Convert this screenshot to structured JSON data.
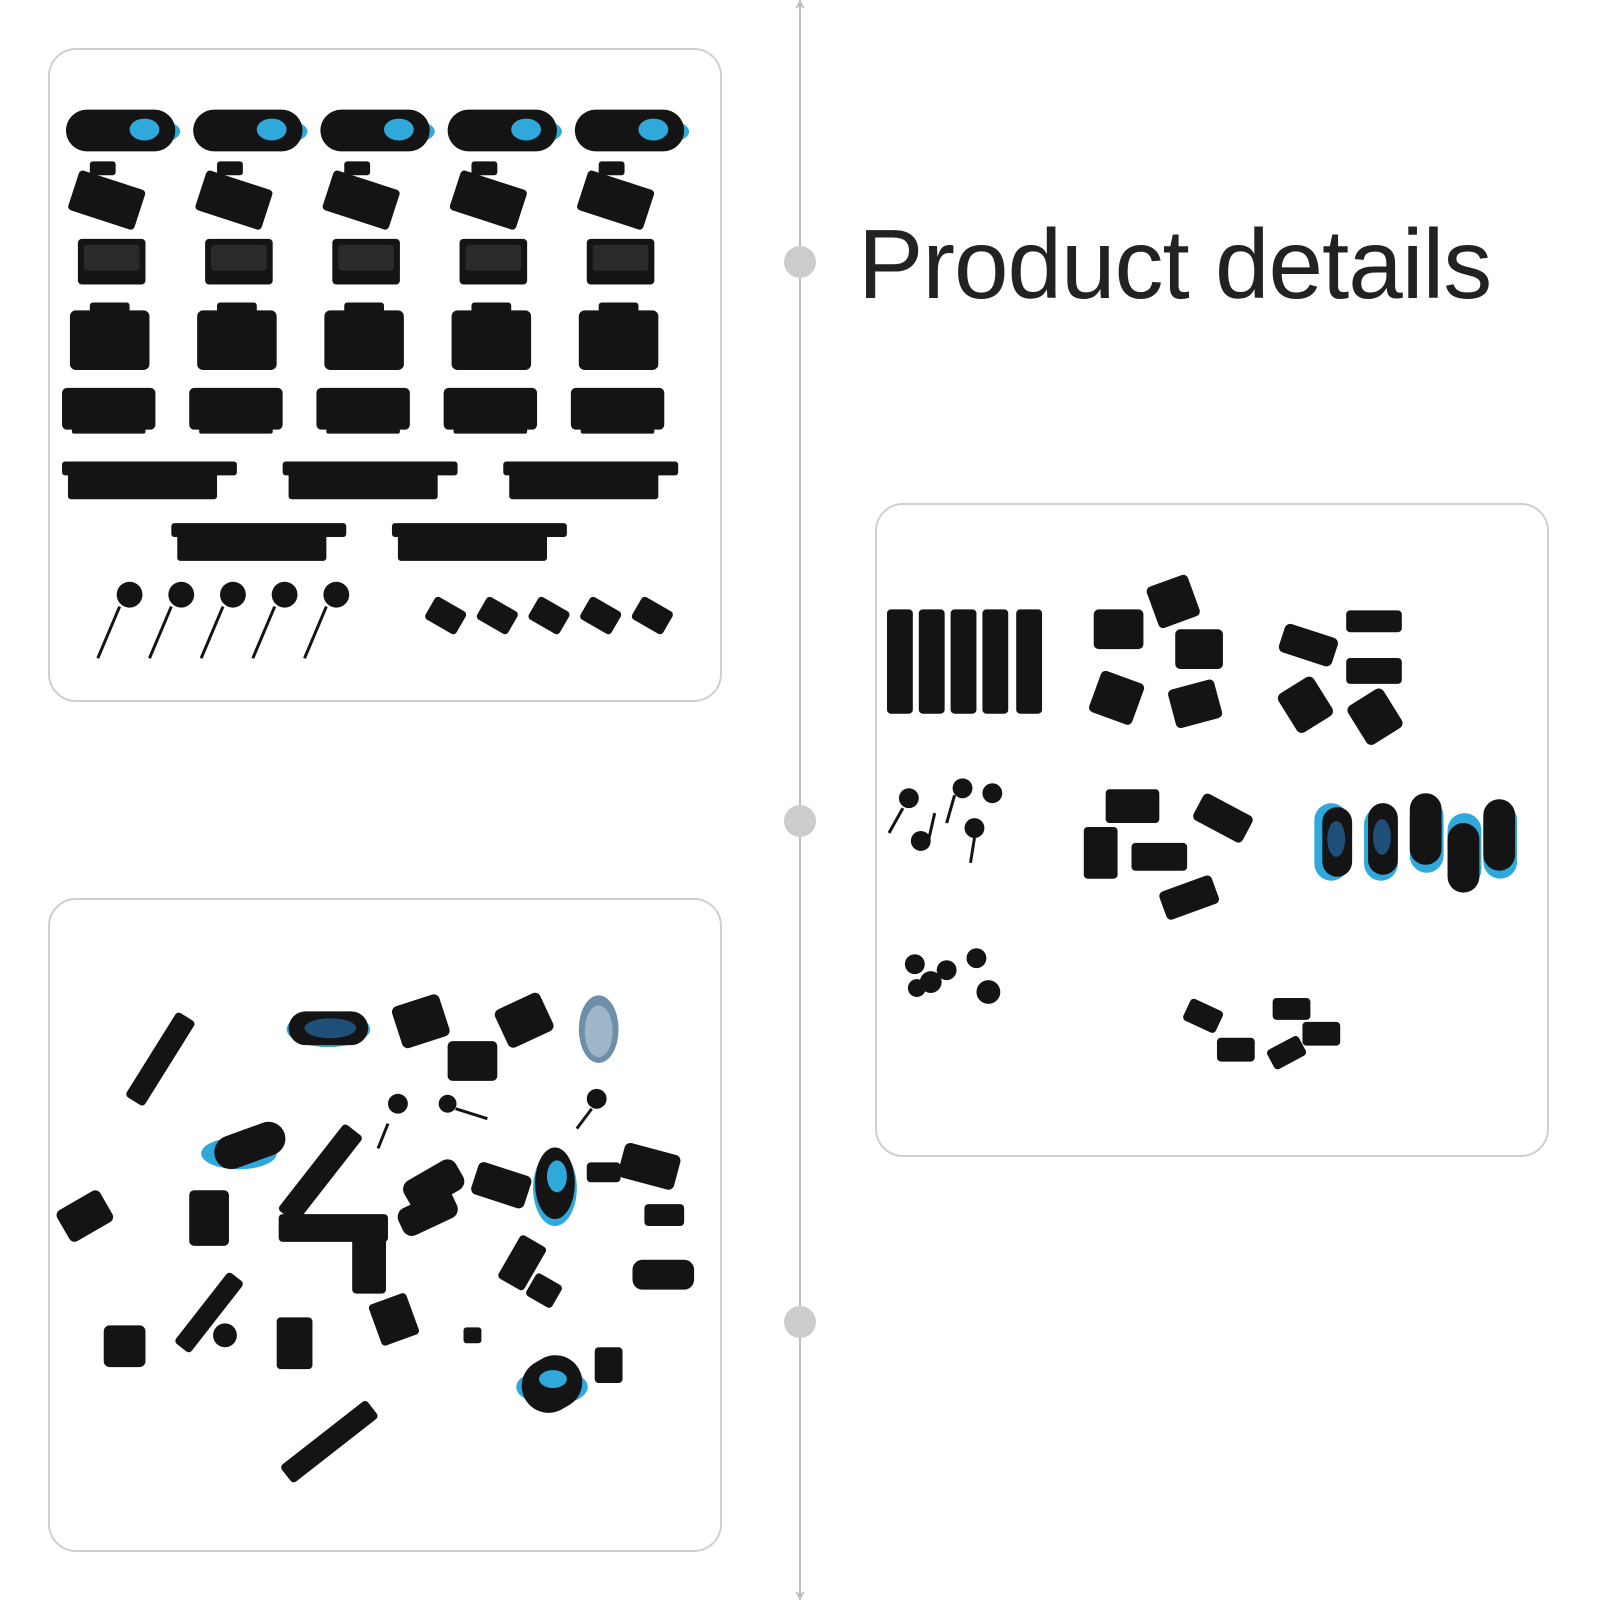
{
  "heading": {
    "text": "Product details"
  },
  "colors": {
    "accent": "#2fa8dc",
    "part": "#141414",
    "frame": "#cfcfcf",
    "timeline": "#bdbdbd"
  },
  "panels": [
    {
      "name": "panel-top-left",
      "image": "set-arranged-grid-photo"
    },
    {
      "name": "panel-bottom-left",
      "image": "set-scattered-photo"
    },
    {
      "name": "panel-right",
      "image": "set-grouped-by-type-photo"
    }
  ]
}
